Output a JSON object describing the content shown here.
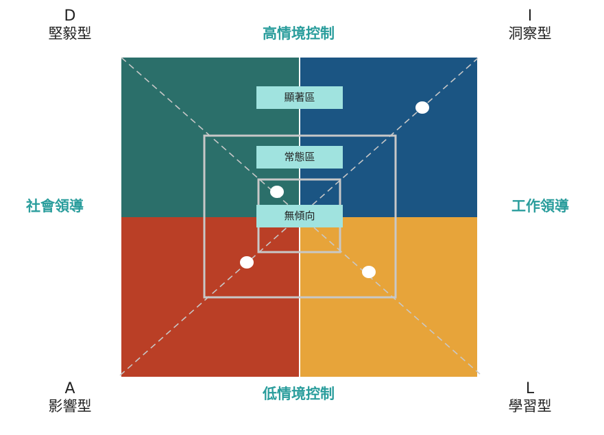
{
  "corners": {
    "top_left": {
      "letter": "D",
      "label": "堅毅型"
    },
    "top_right": {
      "letter": "I",
      "label": "洞察型"
    },
    "bottom_left": {
      "letter": "A",
      "label": "影響型"
    },
    "bottom_right": {
      "letter": "L",
      "label": "學習型"
    }
  },
  "axes": {
    "top": "高情境控制",
    "bottom": "低情境控制",
    "left": "社會領導",
    "right": "工作領導"
  },
  "zones": {
    "outer": "顯著區",
    "middle": "常態區",
    "inner": "無傾向"
  },
  "colors": {
    "top_left": "#2b6f6a",
    "top_right": "#1b5583",
    "bottom_left": "#ba3f26",
    "bottom_right": "#e7a43a",
    "axis_text": "#2a9d9c",
    "zone_label_bg": "#a0e3df",
    "frame": "#c8c8c8"
  }
}
